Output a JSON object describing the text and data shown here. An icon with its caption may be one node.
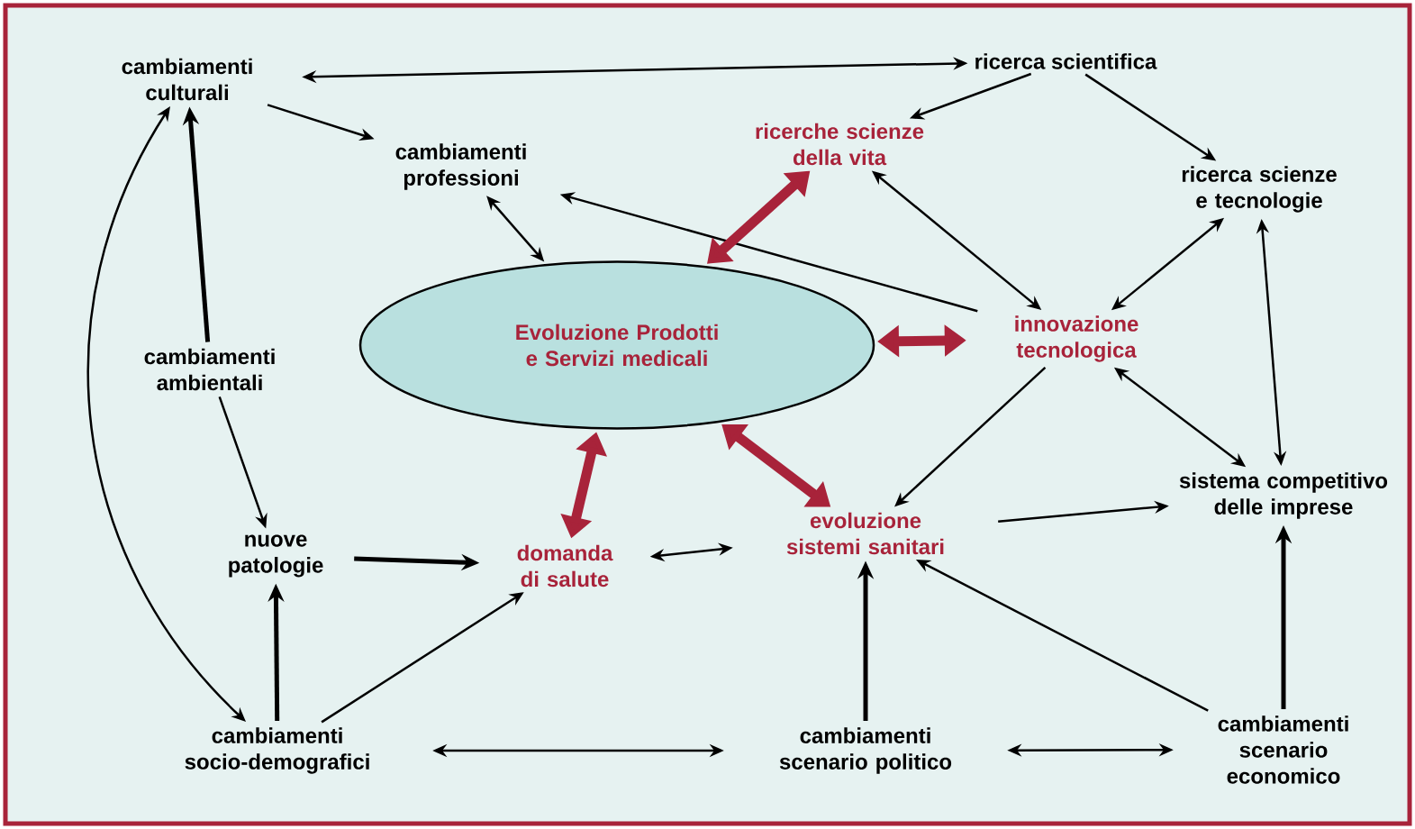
{
  "diagram": {
    "nodes": [
      {
        "text": [
          "cambiamenti culturali"
        ]
      },
      {
        "text": [
          "ricerca scientifica"
        ]
      },
      {
        "text": [
          "cambiamenti professioni"
        ]
      },
      {
        "text": [
          "ricerche scienze della vita"
        ]
      },
      {
        "text": [
          "ricerca scienze e tecnologie"
        ]
      },
      {
        "text": [
          "Evoluzione Prodotti e Servizi medicali"
        ]
      },
      {
        "text": [
          "innovazione tecnologica"
        ]
      },
      {
        "text": [
          "cambiamenti ambientali"
        ]
      },
      {
        "text": [
          "sistema competitivo delle imprese"
        ]
      },
      {
        "text": [
          "nuove patologie"
        ]
      },
      {
        "text": [
          "domanda di salute"
        ]
      },
      {
        "text": [
          "evoluzione sistemi sanitari"
        ]
      },
      {
        "text": [
          "cambiamenti socio-demografici"
        ]
      },
      {
        "text": [
          "cambiamenti scenario politico"
        ]
      },
      {
        "text": [
          "cambiamenti scenario economico"
        ]
      }
    ],
    "edges": [
      {
        "from": 0,
        "to": 1,
        "arrow": "both"
      },
      {
        "from": 0,
        "to": 2,
        "arrow": "to"
      },
      {
        "from": 2,
        "to": 5,
        "arrow": "both"
      },
      {
        "from": 6,
        "to": 2,
        "arrow": "to"
      },
      {
        "from": 1,
        "to": 3,
        "arrow": "to"
      },
      {
        "from": 1,
        "to": 4,
        "arrow": "to"
      },
      {
        "from": 3,
        "to": 6,
        "arrow": "both"
      },
      {
        "from": 4,
        "to": 6,
        "arrow": "both"
      },
      {
        "from": 5,
        "to": 3,
        "arrow": "both",
        "style": "thick",
        "color": "#a8233a"
      },
      {
        "from": 5,
        "to": 6,
        "arrow": "both",
        "style": "thick",
        "color": "#a8233a"
      },
      {
        "from": 5,
        "to": 11,
        "arrow": "both",
        "style": "thick",
        "color": "#a8233a"
      },
      {
        "from": 5,
        "to": 10,
        "arrow": "both",
        "style": "thick",
        "color": "#a8233a"
      },
      {
        "from": 6,
        "to": 11,
        "arrow": "to"
      },
      {
        "from": 6,
        "to": 8,
        "arrow": "both"
      },
      {
        "from": 4,
        "to": 8,
        "arrow": "both"
      },
      {
        "from": 7,
        "to": 0,
        "arrow": "to",
        "style": "thick"
      },
      {
        "from": 7,
        "to": 9,
        "arrow": "to"
      },
      {
        "from": 12,
        "to": 0,
        "arrow": "both"
      },
      {
        "from": 9,
        "to": 10,
        "arrow": "to",
        "style": "thick"
      },
      {
        "from": 12,
        "to": 9,
        "arrow": "to",
        "style": "thick"
      },
      {
        "from": 12,
        "to": 10,
        "arrow": "to"
      },
      {
        "from": 10,
        "to": 11,
        "arrow": "both"
      },
      {
        "from": 11,
        "to": 8,
        "arrow": "to"
      },
      {
        "from": 12,
        "to": 13,
        "arrow": "both"
      },
      {
        "from": 13,
        "to": 14,
        "arrow": "both"
      },
      {
        "from": 13,
        "to": 11,
        "arrow": "to",
        "style": "thick"
      },
      {
        "from": 14,
        "to": 11,
        "arrow": "to"
      },
      {
        "from": 14,
        "to": 8,
        "arrow": "to",
        "style": "thick"
      }
    ]
  }
}
